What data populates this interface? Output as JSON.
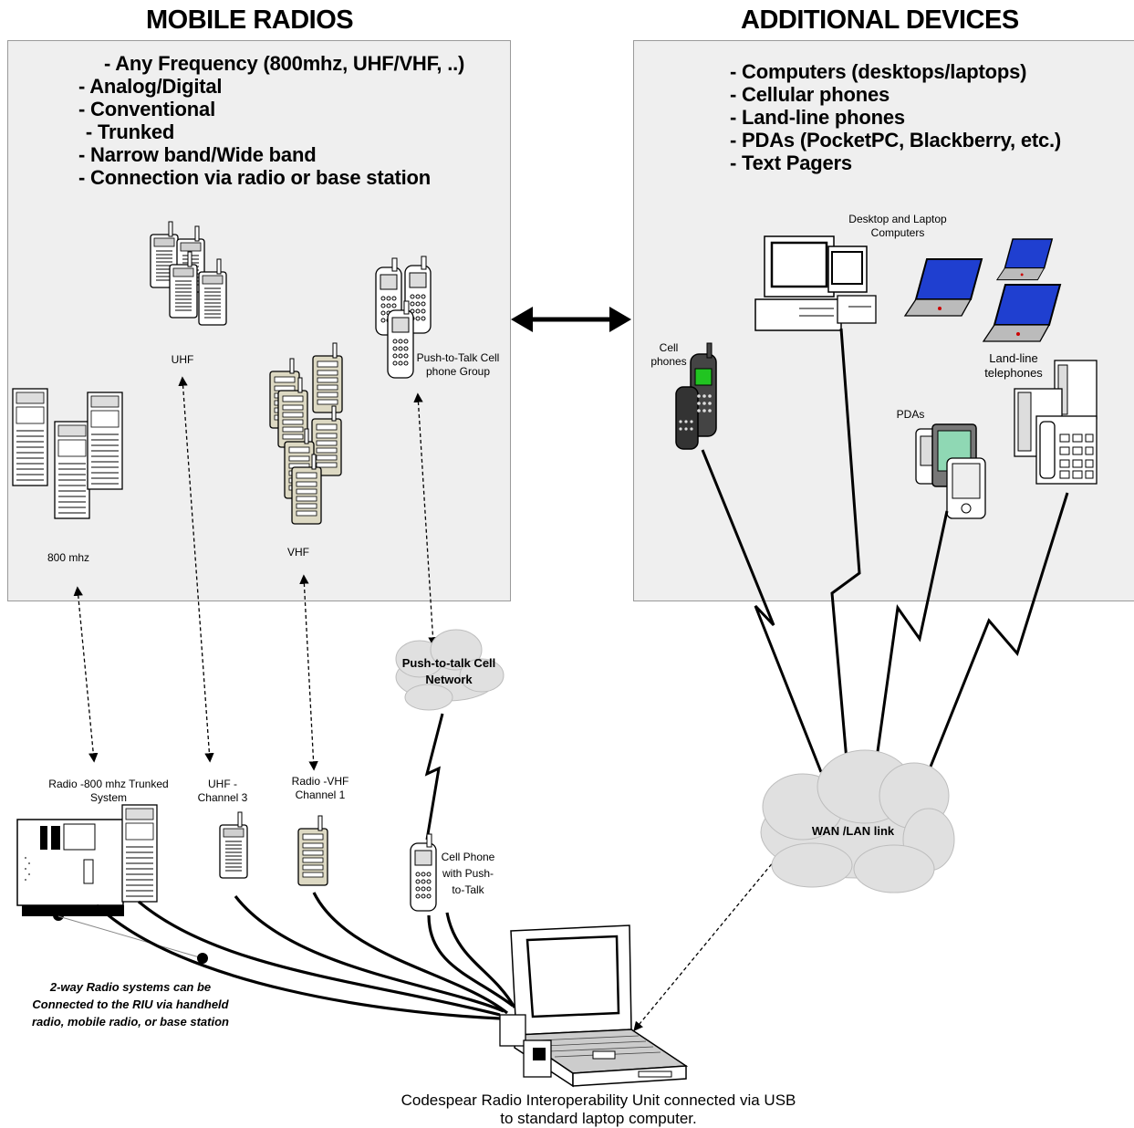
{
  "headings": {
    "mobile_radios": "MOBILE RADIOS",
    "additional_devices": "ADDITIONAL DEVICES"
  },
  "mobile_features": [
    "- Any Frequency (800mhz, UHF/VHF, ..)",
    "- Analog/Digital",
    "- Conventional",
    " - Trunked",
    "- Narrow band/Wide band",
    "- Connection via radio or base station"
  ],
  "device_features": [
    "- Computers (desktops/laptops)",
    "- Cellular phones",
    "- Land-line phones",
    "- PDAs (PocketPC, Blackberry, etc.)",
    "- Text Pagers"
  ],
  "radio_groups": {
    "uhf": "UHF",
    "mhz800": "800 mhz",
    "vhf": "VHF",
    "ptt_group": "Push-to-Talk Cell phone Group"
  },
  "devices": {
    "computers": "Desktop and Laptop Computers",
    "cell_phones": "Cell phones",
    "landline": "Land-line telephones",
    "pdas": "PDAs"
  },
  "connections": {
    "radio_800": "Radio -800 mhz Trunked System",
    "uhf_ch3": "UHF - Channel 3",
    "vhf_ch1": "Radio -VHF Channel 1",
    "cell_ptt": "Cell Phone with Push-to-Talk"
  },
  "clouds": {
    "ptt_network": "Push-to-talk Cell Network",
    "wan": "WAN /LAN link"
  },
  "notes": {
    "two_way": "2-way Radio systems can be Connected to the RIU via handheld radio, mobile radio, or base station"
  },
  "caption": "Codespear Radio Interoperability Unit connected via USB to standard laptop computer.",
  "colors": {
    "panel": "#efefef",
    "laptop_screen": "#1f3fd0",
    "phone_display": "#21c421",
    "pda_screen": "#8fd8b4",
    "vhf_radio": "#ddd9c3",
    "cloud": "#e0e0e0"
  }
}
